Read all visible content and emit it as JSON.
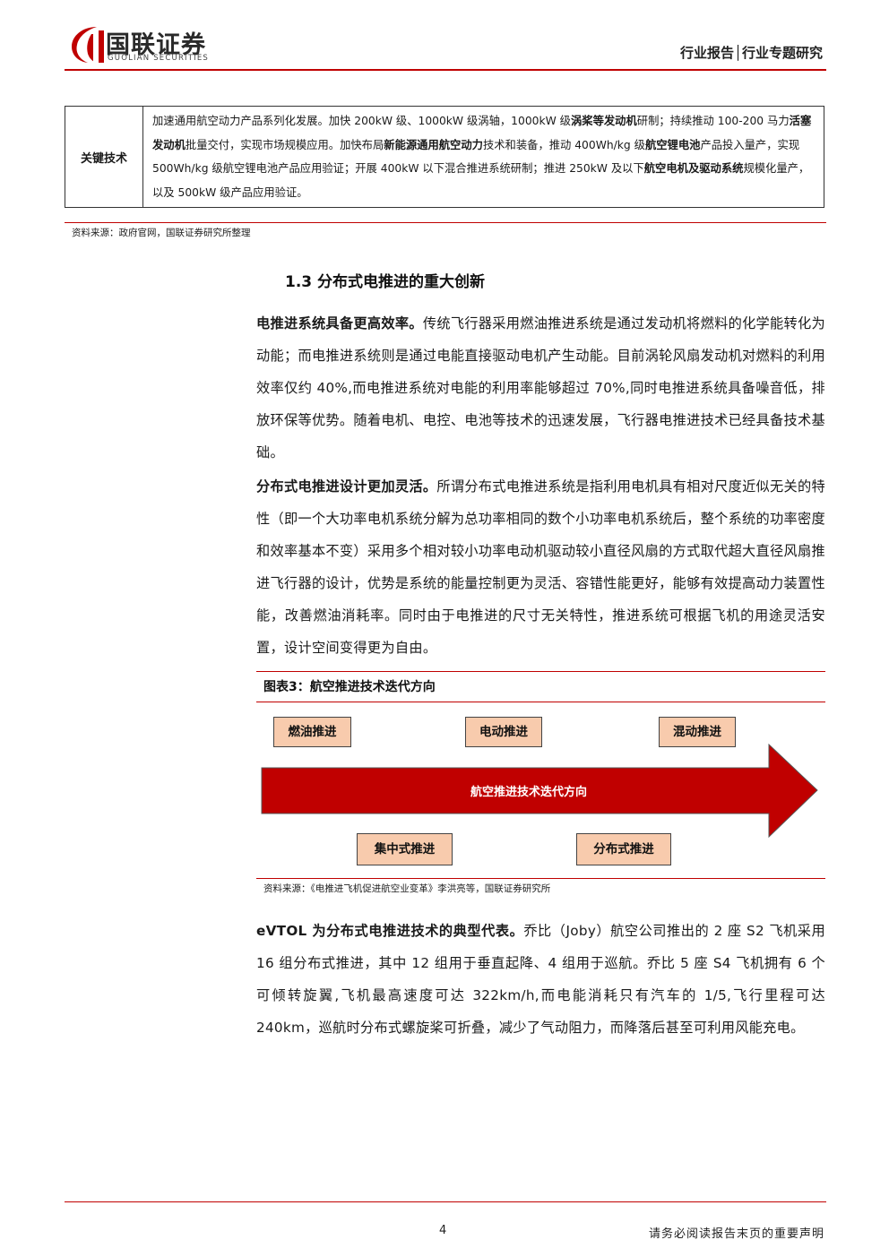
{
  "header": {
    "brand_cn": "国联证券",
    "brand_en": "GUOLIAN SECURITIES",
    "report_type": "行业报告│行业专题研究"
  },
  "table": {
    "label": "关键技术",
    "text": [
      {
        "t": "加速通用航空动力产品系列化发展。加快 200kW 级、1000kW 级涡轴，1000kW 级",
        "b": false
      },
      {
        "t": "涡桨等发动机",
        "b": true
      },
      {
        "t": "研制；持续推动 100-200 马力",
        "b": false
      },
      {
        "t": "活塞发动机",
        "b": true
      },
      {
        "t": "批量交付，实现市场规模应用。加快布局",
        "b": false
      },
      {
        "t": "新能源通用航空动力",
        "b": true
      },
      {
        "t": "技术和装备，推动 400Wh/kg 级",
        "b": false
      },
      {
        "t": "航空锂电池",
        "b": true
      },
      {
        "t": "产品投入量产，实现 500Wh/kg 级航空锂电池产品应用验证；开展 400kW 以下混合推进系统研制；推进 250kW 及以下",
        "b": false
      },
      {
        "t": "航空电机及驱动系统",
        "b": true
      },
      {
        "t": "规模化量产，以及 500kW 级产品应用验证。",
        "b": false
      }
    ],
    "source": "资料来源：政府官网，国联证券研究所整理"
  },
  "section": {
    "title": "1.3 分布式电推进的重大创新",
    "para1_lead": "电推进系统具备更高效率。",
    "para1_text": "传统飞行器采用燃油推进系统是通过发动机将燃料的化学能转化为动能；而电推进系统则是通过电能直接驱动电机产生动能。目前涡轮风扇发动机对燃料的利用效率仅约 40%,而电推进系统对电能的利用率能够超过 70%,同时电推进系统具备噪音低，排放环保等优势。随着电机、电控、电池等技术的迅速发展，飞行器电推进技术已经具备技术基础。",
    "para2_lead": "分布式电推进设计更加灵活。",
    "para2_text": "所谓分布式电推进系统是指利用电机具有相对尺度近似无关的特性（即一个大功率电机系统分解为总功率相同的数个小功率电机系统后，整个系统的功率密度和效率基本不变）采用多个相对较小功率电动机驱动较小直径风扇的方式取代超大直径风扇推进飞行器的设计，优势是系统的能量控制更为灵活、容错性能更好，能够有效提高动力装置性能，改善燃油消耗率。同时由于电推进的尺寸无关特性，推进系统可根据飞机的用途灵活安置，设计空间变得更为自由。",
    "para4_lead": "eVTOL 为分布式电推进技术的典型代表。",
    "para4_text": "乔比（Joby）航空公司推出的 2 座 S2 飞机采用 16 组分布式推进，其中 12 组用于垂直起降、4 组用于巡航。乔比 5 座 S4 飞机拥有 6 个可倾转旋翼,飞机最高速度可达 322km/h,而电能消耗只有汽车的 1/5,飞行里程可达 240km，巡航时分布式螺旋桨可折叠，减少了气动阻力，而降落后甚至可利用风能充电。"
  },
  "figure": {
    "title": "图表3：航空推进技术迭代方向",
    "box_fuel": "燃油推进",
    "box_electric": "电动推进",
    "box_hybrid": "混动推进",
    "arrow_label": "航空推进技术迭代方向",
    "box_central": "集中式推进",
    "box_distributed": "分布式推进",
    "source": "资料来源：《电推进飞机促进航空业变革》李洪亮等，国联证券研究所"
  },
  "footer": {
    "page": "4",
    "disclaimer": "请务必阅读报告末页的重要声明"
  },
  "colors": {
    "brand_red": "#c00000",
    "arrow_red": "#c00000",
    "box_fill": "#f8cbad"
  }
}
